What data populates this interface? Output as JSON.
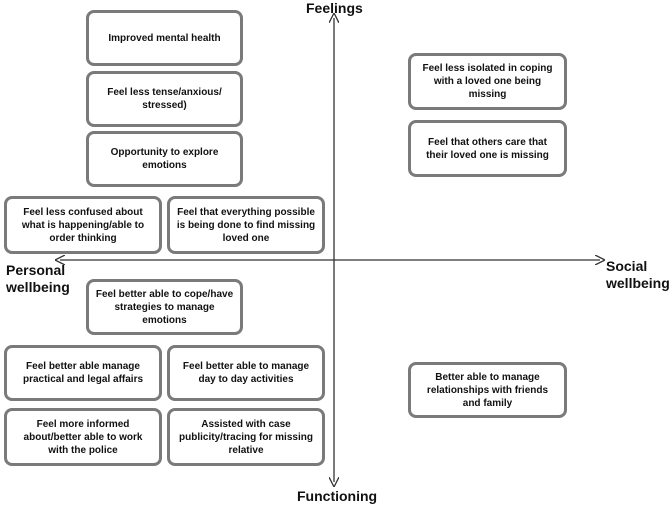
{
  "axes": {
    "top": "Feelings",
    "bottom": "Functioning",
    "left": "Personal wellbeing",
    "right": "Social wellbeing"
  },
  "boxes": {
    "improved_mental_health": "Improved mental health",
    "less_tense": "Feel less tense/anxious/ stressed)",
    "explore_emotions": "Opportunity to explore emotions",
    "less_confused": "Feel less confused about what is happening/able to order thinking",
    "everything_possible": "Feel that everything possible is being done to find missing loved one",
    "less_isolated": "Feel less isolated in coping with a loved one being missing",
    "others_care": "Feel that others care that their loved one is missing",
    "cope_emotions": "Feel better able to cope/have strategies to manage emotions",
    "practical_legal": "Feel better able  manage practical and legal affairs",
    "day_to_day": "Feel better able to manage day to day activities",
    "police": "Feel more informed about/better able to work with the police",
    "case_publicity": "Assisted with case publicity/tracing for missing relative",
    "relationships": "Better able to manage relationships with friends and family"
  }
}
